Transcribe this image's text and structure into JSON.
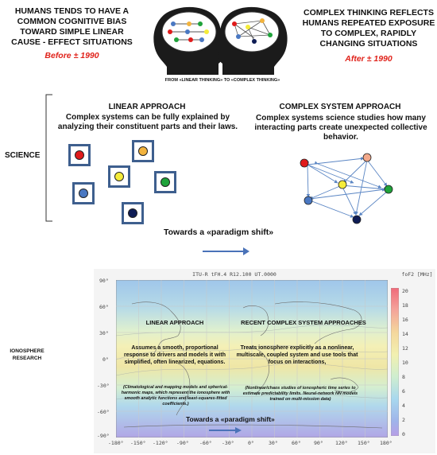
{
  "header": {
    "left_text": "HUMANS TENDS TO  HAVE A COMMON COGNITIVE BIAS TOWARD SIMPLE LINEAR CAUSE - EFFECT SITUATIONS",
    "left_date": "Before  ± 1990",
    "right_text": "COMPLEX THINKING REFLECTS  HUMANS REPEATED EXPOSURE TO COMPLEX, RAPIDLY CHANGING SITUATIONS",
    "right_date": "After ± 1990",
    "caption": "FROM «LINEAR THINKING» TO «COMPLEX THINKING»"
  },
  "science": {
    "label": "SCIENCE",
    "linear_title": "LINEAR APPROACH",
    "linear_body": "Complex systems can be fully explained by analyzing their constituent parts and their laws.",
    "complex_title": "COMPLEX SYSTEM APPROACH",
    "complex_body": "Complex systems science studies how many interacting parts create unexpected collective behavior.",
    "shift": "Towards a «paradigm shift»",
    "colors": {
      "red": "#e01b1b",
      "orange": "#f2b33d",
      "yellow": "#f5ec3a",
      "green": "#1fa33a",
      "blue": "#4a78c2",
      "navy": "#0e1c55",
      "peach": "#f3a98b",
      "box_border": "#3e5f8e",
      "arrow": "#4a72b8"
    }
  },
  "ionosphere": {
    "label": "IONOSPHERE RESEARCH",
    "map_header": "ITU-R   tFH.4   R12.100   UT.0000",
    "unit_label": "foF2 [MHz]",
    "lat_labels": [
      "90°",
      "60°",
      "30°",
      "0°",
      "-30°",
      "-60°",
      "-90°"
    ],
    "lon_labels": [
      "-180°",
      "-150°",
      "-120°",
      "-90°",
      "-60°",
      "-30°",
      "0°",
      "30°",
      "60°",
      "90°",
      "120°",
      "150°",
      "180°"
    ],
    "scale_labels": [
      "20",
      "18",
      "16",
      "14",
      "12",
      "10",
      "8",
      "6",
      "4",
      "2",
      "0"
    ],
    "linear_title": "LINEAR APPROACH",
    "linear_body": "Assumes a smooth, proportional response to drivers and models it with simplified, often linearized, equations.",
    "linear_note": "(Climatological and mapping models and spherical-harmonic maps, which represent the ionosphere with smooth analytic functions and least-squares-fitted coefficients.)",
    "complex_title": "RECENT COMPLEX SYSTEM APPROACHES",
    "complex_body": "Treats ionosphere explicitly as a nonlinear, multiscale, coupled system and use tools that focus on interactions,",
    "complex_note": "(Nonlinear/chaos studies of ionospheric time series to estimate predictability limits. Neural-network NN models trained on multi-mission data)",
    "shift": "Towards a «paradigm shift»"
  }
}
